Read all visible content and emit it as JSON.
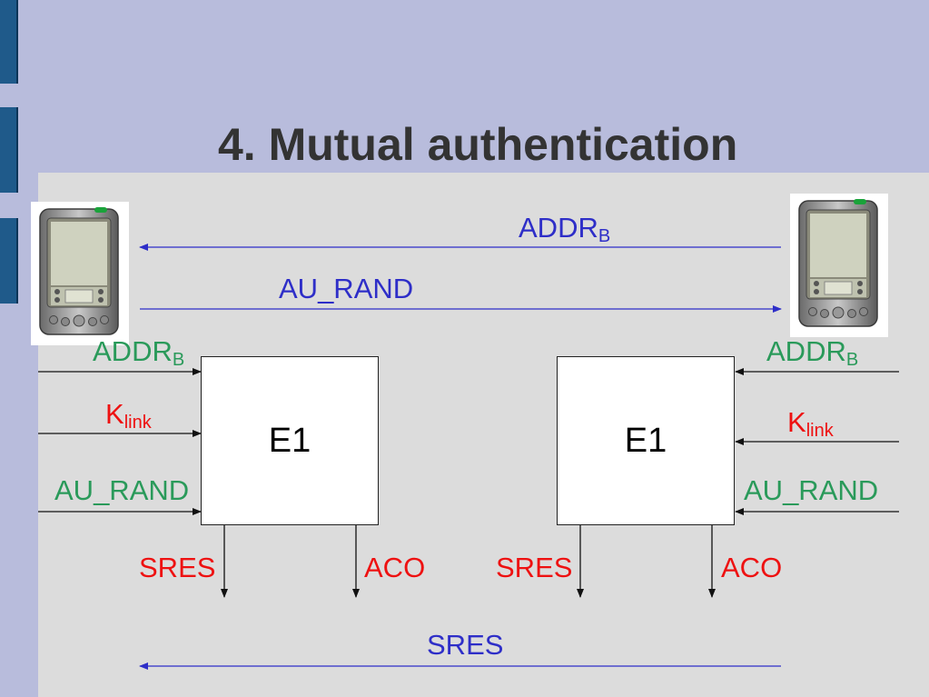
{
  "slide": {
    "title": "4. Mutual authentication"
  },
  "devices": {
    "left_icon": "pda-device-icon",
    "right_icon": "pda-device-icon"
  },
  "messages": {
    "addr_main": "ADDR",
    "addr_sub": "B",
    "au_rand": "AU_RAND",
    "sres": "SRES"
  },
  "left_block": {
    "box_label": "E1",
    "in_addr_main": "ADDR",
    "in_addr_sub": "B",
    "in_k_main": "K",
    "in_k_sub": "link",
    "in_rand": "AU_RAND",
    "out_sres": "SRES",
    "out_aco": "ACO"
  },
  "right_block": {
    "box_label": "E1",
    "in_addr_main": "ADDR",
    "in_addr_sub": "B",
    "in_k_main": "K",
    "in_k_sub": "link",
    "in_rand": "AU_RAND",
    "out_sres": "SRES",
    "out_aco": "ACO"
  },
  "colors": {
    "message": "#2e2ec8",
    "input": "#2a9a5a",
    "key_output": "#ee1111",
    "background": "#b8bcdc",
    "panel": "#dcdcdc"
  }
}
